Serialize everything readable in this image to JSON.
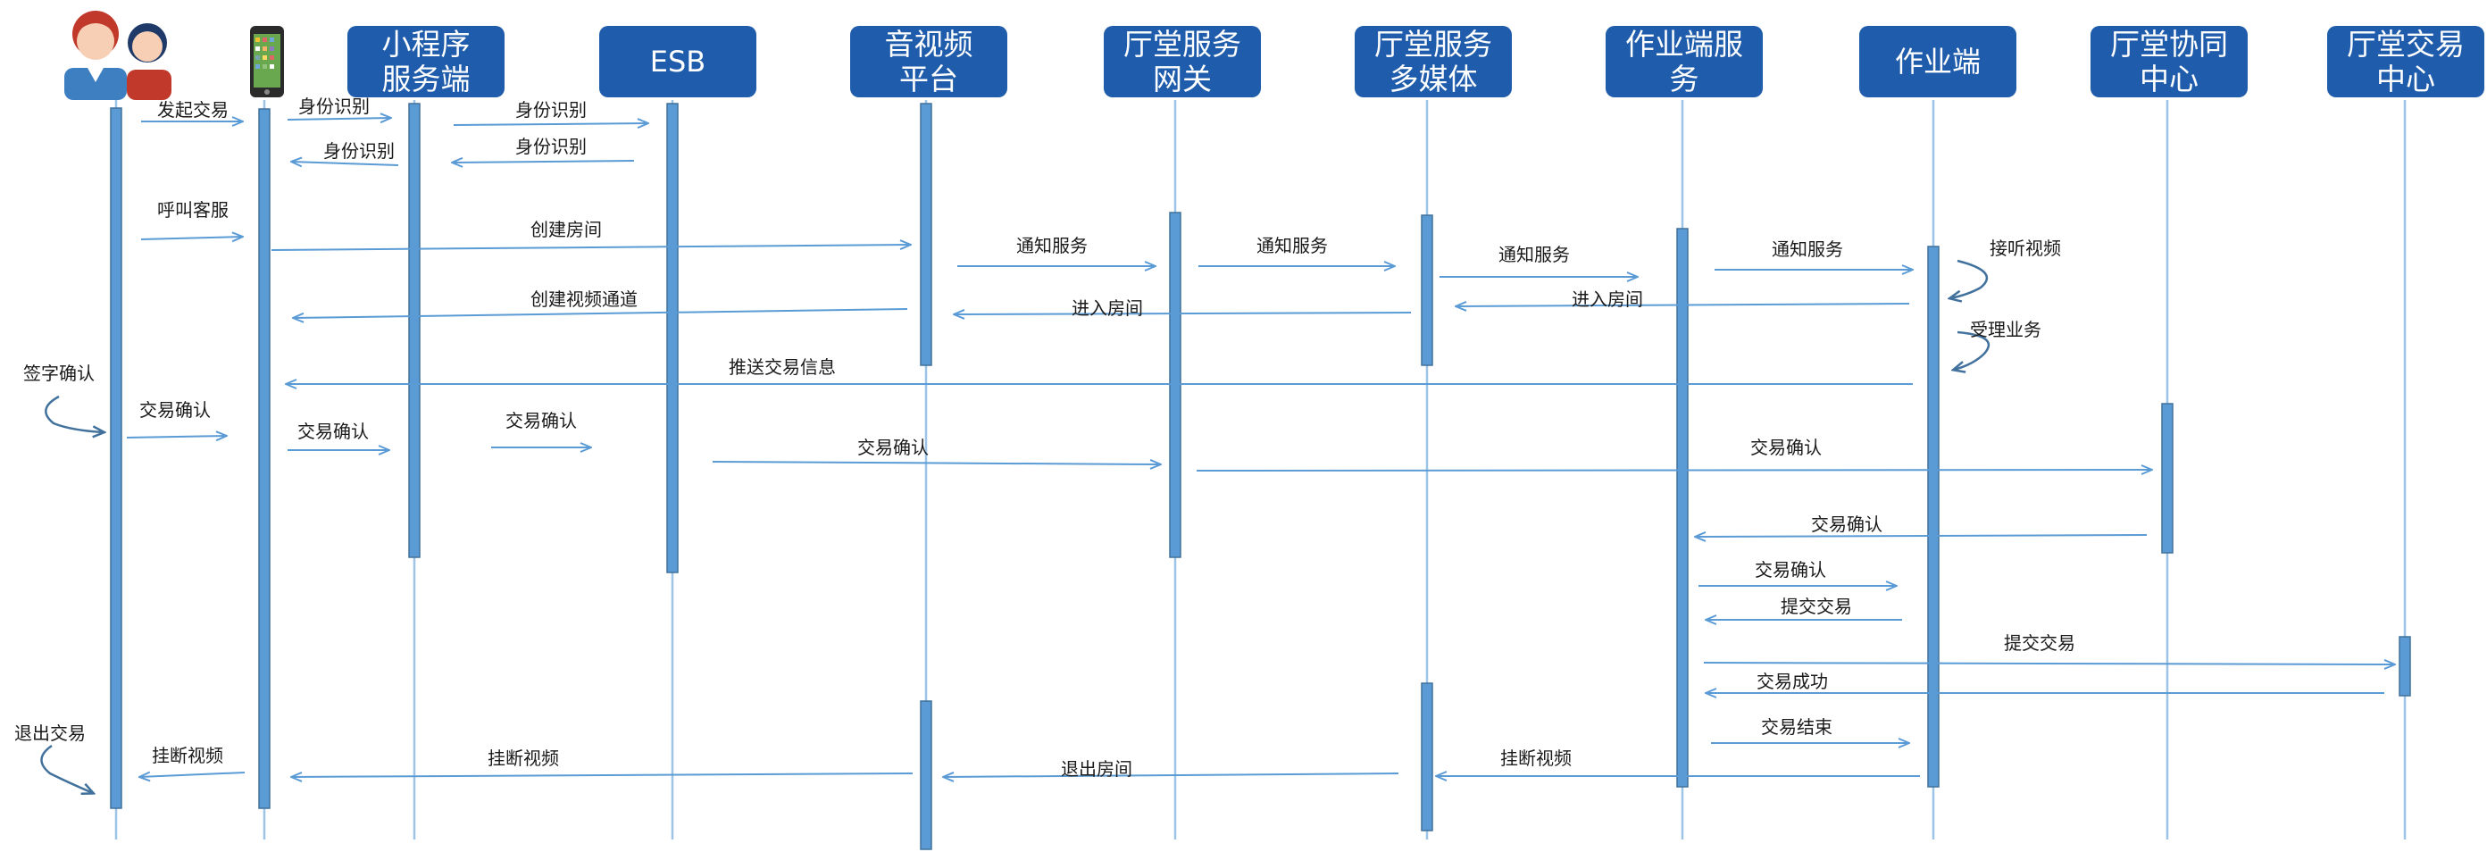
{
  "participants": [
    {
      "id": "user",
      "label": "",
      "icon": "user-couple-icon"
    },
    {
      "id": "phone",
      "label": "",
      "icon": "smartphone-icon"
    },
    {
      "id": "miniprog",
      "label": "小程序服务端",
      "lines": [
        "小程序",
        "服务端"
      ]
    },
    {
      "id": "esb",
      "label": "ESB",
      "lines": [
        "ESB"
      ]
    },
    {
      "id": "av",
      "label": "音视频平台",
      "lines": [
        "音视频",
        "平台"
      ]
    },
    {
      "id": "gw",
      "label": "厅堂服务网关",
      "lines": [
        "厅堂服务",
        "网关"
      ]
    },
    {
      "id": "mm",
      "label": "厅堂服务多媒体",
      "lines": [
        "厅堂服务",
        "多媒体"
      ]
    },
    {
      "id": "opsvc",
      "label": "作业端服务",
      "lines": [
        "作业端服",
        "务"
      ]
    },
    {
      "id": "op",
      "label": "作业端",
      "lines": [
        "作业端"
      ]
    },
    {
      "id": "collab",
      "label": "厅堂协同中心",
      "lines": [
        "厅堂协同",
        "中心"
      ]
    },
    {
      "id": "trade",
      "label": "厅堂交易中心",
      "lines": [
        "厅堂交易",
        "中心"
      ]
    }
  ],
  "messages": [
    {
      "from": "user",
      "to": "phone",
      "label": "发起交易"
    },
    {
      "from": "phone",
      "to": "miniprog",
      "label": "身份识别"
    },
    {
      "from": "miniprog",
      "to": "esb",
      "label": "身份识别"
    },
    {
      "from": "esb",
      "to": "miniprog",
      "label": "身份识别"
    },
    {
      "from": "miniprog",
      "to": "phone",
      "label": "身份识别"
    },
    {
      "from": "user",
      "to": "phone",
      "label": "呼叫客服"
    },
    {
      "from": "phone",
      "to": "av",
      "label": "创建房间"
    },
    {
      "from": "av",
      "to": "gw",
      "label": "通知服务"
    },
    {
      "from": "gw",
      "to": "mm",
      "label": "通知服务"
    },
    {
      "from": "mm",
      "to": "opsvc",
      "label": "通知服务"
    },
    {
      "from": "opsvc",
      "to": "op",
      "label": "通知服务"
    },
    {
      "from": "op",
      "to": "op",
      "label": "接听视频"
    },
    {
      "from": "op",
      "to": "mm",
      "label": "进入房间"
    },
    {
      "from": "mm",
      "to": "av",
      "label": "进入房间"
    },
    {
      "from": "av",
      "to": "phone",
      "label": "创建视频通道"
    },
    {
      "from": "op",
      "to": "op",
      "label": "受理业务"
    },
    {
      "from": "op",
      "to": "phone",
      "label": "推送交易信息"
    },
    {
      "from": "user",
      "to": "user",
      "label": "签字确认"
    },
    {
      "from": "user",
      "to": "phone",
      "label": "交易确认"
    },
    {
      "from": "phone",
      "to": "miniprog",
      "label": "交易确认"
    },
    {
      "from": "miniprog",
      "to": "esb",
      "label": "交易确认"
    },
    {
      "from": "esb",
      "to": "gw",
      "label": "交易确认"
    },
    {
      "from": "gw",
      "to": "collab",
      "label": "交易确认"
    },
    {
      "from": "collab",
      "to": "opsvc",
      "label": "交易确认"
    },
    {
      "from": "opsvc",
      "to": "op",
      "label": "交易确认"
    },
    {
      "from": "op",
      "to": "opsvc",
      "label": "提交交易"
    },
    {
      "from": "opsvc",
      "to": "trade",
      "label": "提交交易"
    },
    {
      "from": "trade",
      "to": "opsvc",
      "label": "交易成功"
    },
    {
      "from": "opsvc",
      "to": "op",
      "label": "交易结束"
    },
    {
      "from": "op",
      "to": "mm",
      "label": "挂断视频"
    },
    {
      "from": "mm",
      "to": "av",
      "label": "退出房间"
    },
    {
      "from": "av",
      "to": "phone",
      "label": "挂断视频"
    },
    {
      "from": "phone",
      "to": "user",
      "label": "挂断视频"
    },
    {
      "from": "user",
      "to": "user",
      "label": "退出交易"
    }
  ],
  "colors": {
    "header_fill": "#1f5cab",
    "header_text": "#ffffff",
    "activation_fill": "#5b9bd5",
    "arrow": "#5b9bd5",
    "lifeline": "#9dc3e6"
  }
}
